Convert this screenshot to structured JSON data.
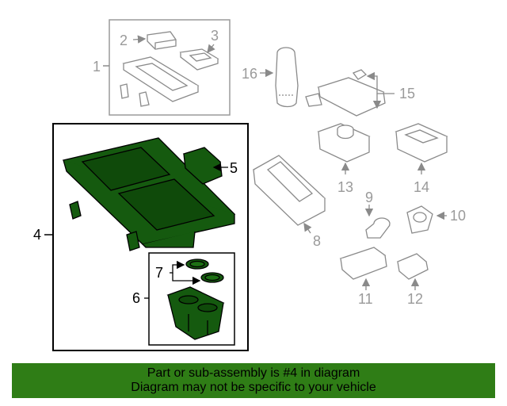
{
  "diagram": {
    "callouts": {
      "c1": "1",
      "c2": "2",
      "c3": "3",
      "c4": "4",
      "c5": "5",
      "c6": "6",
      "c7": "7",
      "c8": "8",
      "c9": "9",
      "c10": "10",
      "c11": "11",
      "c12": "12",
      "c13": "13",
      "c14": "14",
      "c15": "15",
      "c16": "16"
    },
    "highlight_color": "#155a0f",
    "part_line_color": "#8a8a8a"
  },
  "banner": {
    "line1": "Part or sub-assembly is #4 in diagram",
    "line2": "Diagram may not be specific to your vehicle",
    "background": "#2f7d16"
  }
}
